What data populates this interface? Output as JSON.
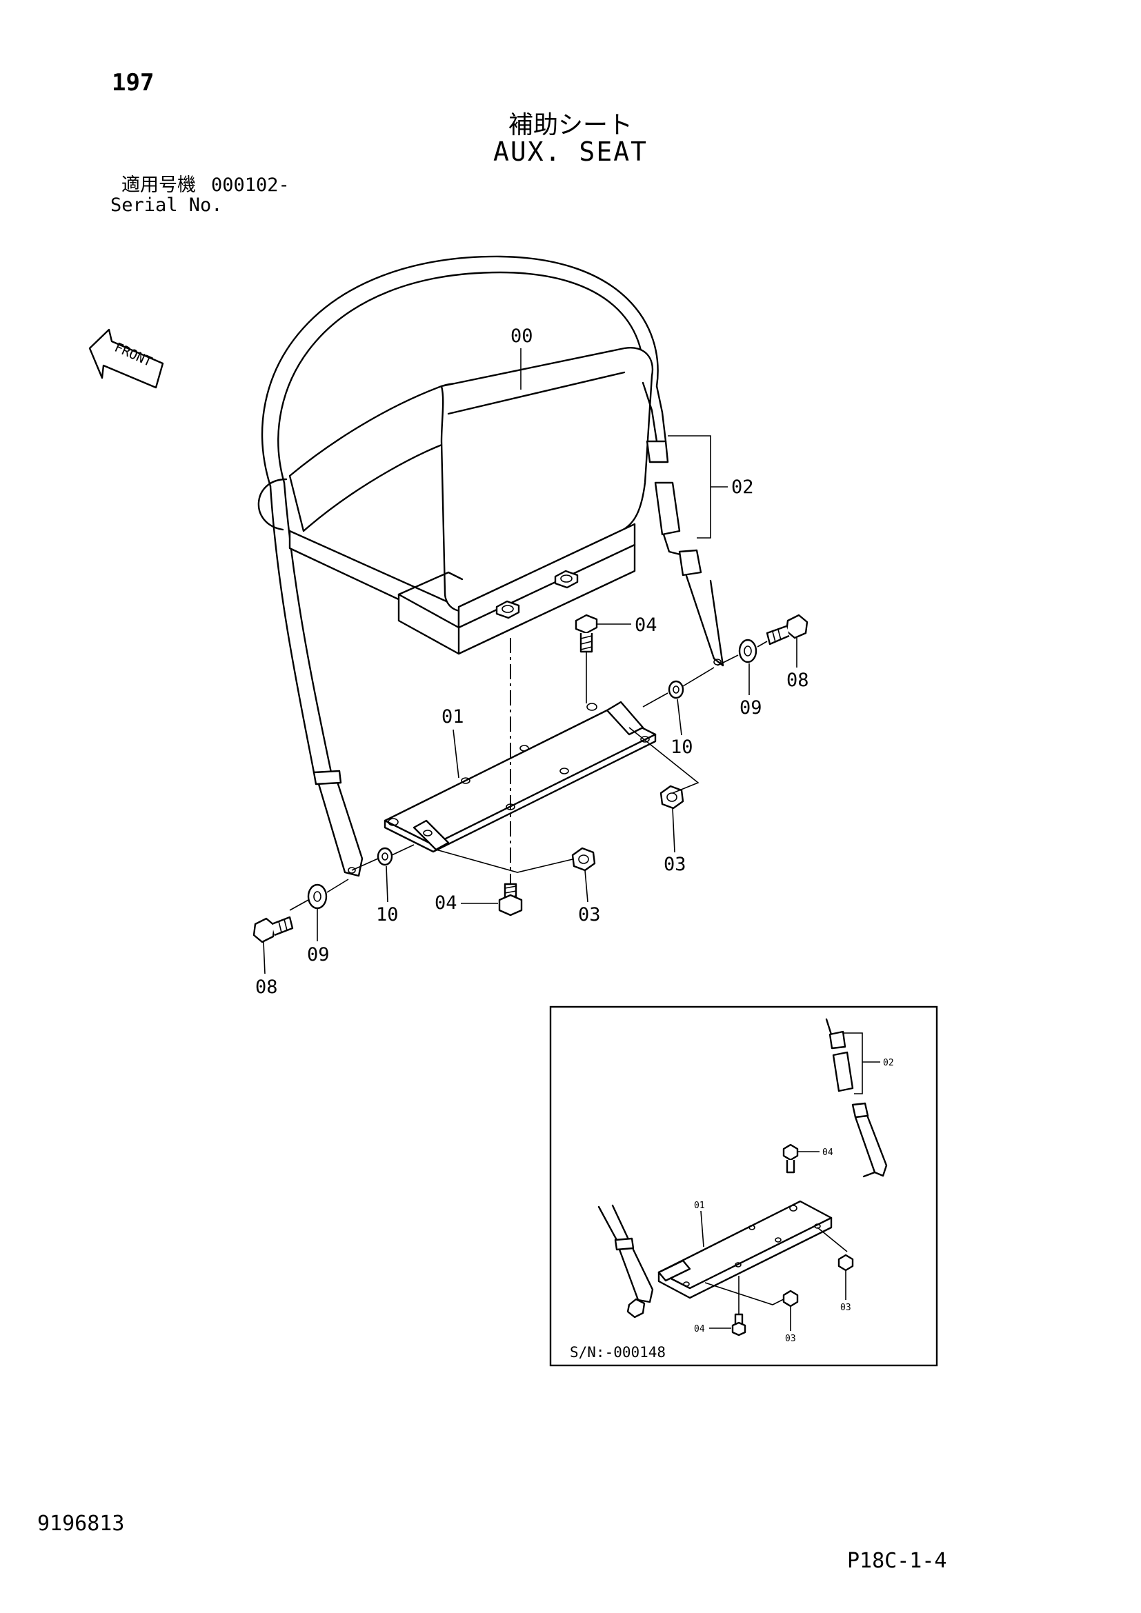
{
  "page_number": "197",
  "title_jp": "補助シート",
  "title_en": "AUX.  SEAT",
  "serial": {
    "label_jp": "適用号機",
    "range": "000102-",
    "label_en": "Serial No."
  },
  "front_label": "FRONT",
  "callouts_main": {
    "c00": "00",
    "c01": "01",
    "c02": "02",
    "c03a": "03",
    "c03b": "03",
    "c04a": "04",
    "c04b": "04",
    "c08a": "08",
    "c08b": "08",
    "c09a": "09",
    "c09b": "09",
    "c10a": "10",
    "c10b": "10"
  },
  "inset": {
    "serial_note": "S/N:-000148",
    "callouts": {
      "c01": "01",
      "c02": "02",
      "c03a": "03",
      "c03b": "03",
      "c04a": "04",
      "c04b": "04"
    }
  },
  "doc_number": "9196813",
  "page_code": "P18C-1-4"
}
